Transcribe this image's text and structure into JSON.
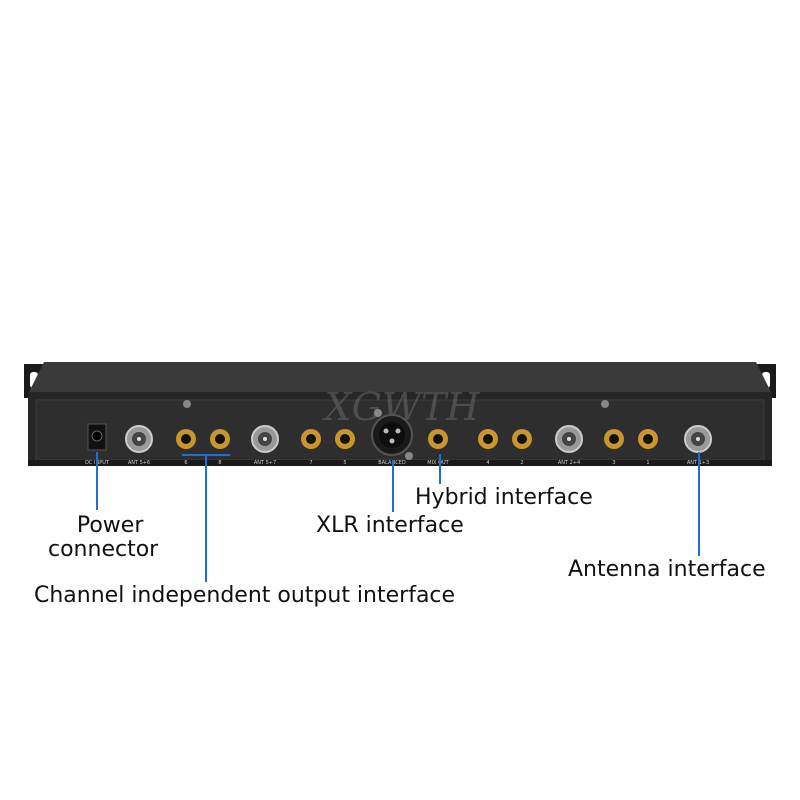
{
  "watermark": "XGWTH",
  "panel_markings": {
    "dc_input": "DC INPUT",
    "ant_left": "ANT 5+6",
    "jack_a": "6",
    "jack_b": "8",
    "ant_mid_left": "ANT 5+7",
    "jack_c": "7",
    "jack_d": "5",
    "xlr": "BALANCED",
    "mix_out": "MIX OUT",
    "jack_e": "4",
    "jack_f": "2",
    "ant_mid_right": "ANT 2+4",
    "jack_g": "3",
    "jack_h": "1",
    "ant_right": "ANT 1+3"
  },
  "labels": {
    "power_line1": "Power",
    "power_line2": "connector",
    "channel": "Channel independent output interface",
    "xlr": "XLR interface",
    "hybrid": "Hybrid interface",
    "antenna": "Antenna interface"
  },
  "colors": {
    "leader": "#1f6fd1",
    "chassis": "#2b2b2b",
    "jack_gold": "#c9962e"
  }
}
